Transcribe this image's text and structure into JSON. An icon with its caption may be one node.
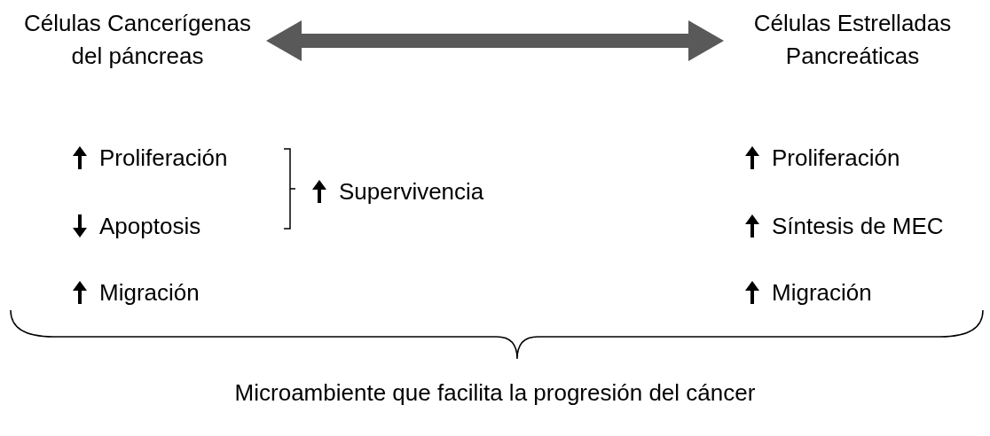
{
  "diagram": {
    "caption": "Microambiente que facilita la progresión del cáncer",
    "nodes": [
      {
        "text": [
          "Células Cancerígenas del páncreas"
        ]
      },
      {
        "text": [
          "Células Estrelladas Pancreáticas"
        ]
      }
    ],
    "edges": [
      {
        "from": 0,
        "to": 1,
        "arrow": "both"
      }
    ],
    "labels": [
      "Proliferación",
      "Proliferación",
      "Supervivencia",
      "Apoptosis",
      "Síntesis de MEC",
      "Migración",
      "Migración"
    ]
  }
}
